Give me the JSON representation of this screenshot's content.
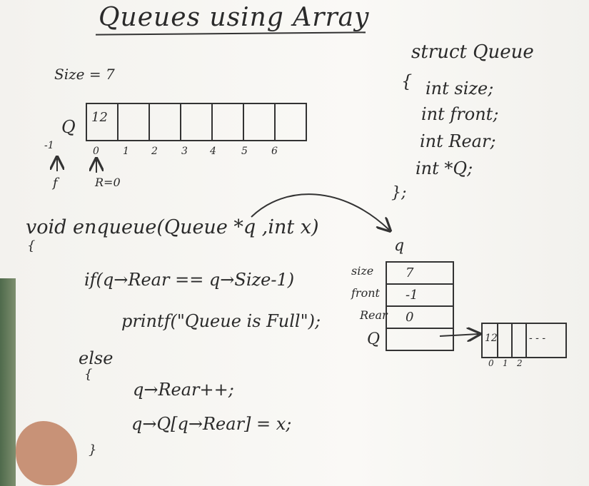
{
  "title": "Queues using Array",
  "size_label": "Size = 7",
  "array": {
    "name": "Q",
    "cells": [
      "12",
      "",
      "",
      "",
      "",
      "",
      ""
    ],
    "indices": [
      "-1",
      "0",
      "1",
      "2",
      "3",
      "4",
      "5",
      "6"
    ],
    "front_marker": "f",
    "rear_marker": "R=0"
  },
  "struct": {
    "header": "struct Queue",
    "open": "{",
    "fields": [
      "int size;",
      "int front;",
      "int Rear;",
      "int *Q;"
    ],
    "close": "};"
  },
  "code": {
    "signature": "void enqueue(Queue *q ,int x)",
    "open": "{",
    "if_line": "if(q→Rear == q→Size-1)",
    "printf_line": "printf(\"Queue is Full\");",
    "else_line": "else",
    "else_open": "{",
    "rear_inc": "q→Rear++;",
    "assign": "q→Q[q→Rear] = x;",
    "close": "}"
  },
  "diagram": {
    "pointer_label": "q",
    "rows": [
      {
        "label": "size",
        "value": "7"
      },
      {
        "label": "front",
        "value": "-1"
      },
      {
        "label": "Rear",
        "value": "0"
      },
      {
        "label": "Q",
        "value": ""
      }
    ],
    "array_cells": [
      "12",
      "",
      "",
      "- - -"
    ],
    "array_indices": [
      "0",
      "1",
      "2"
    ]
  }
}
